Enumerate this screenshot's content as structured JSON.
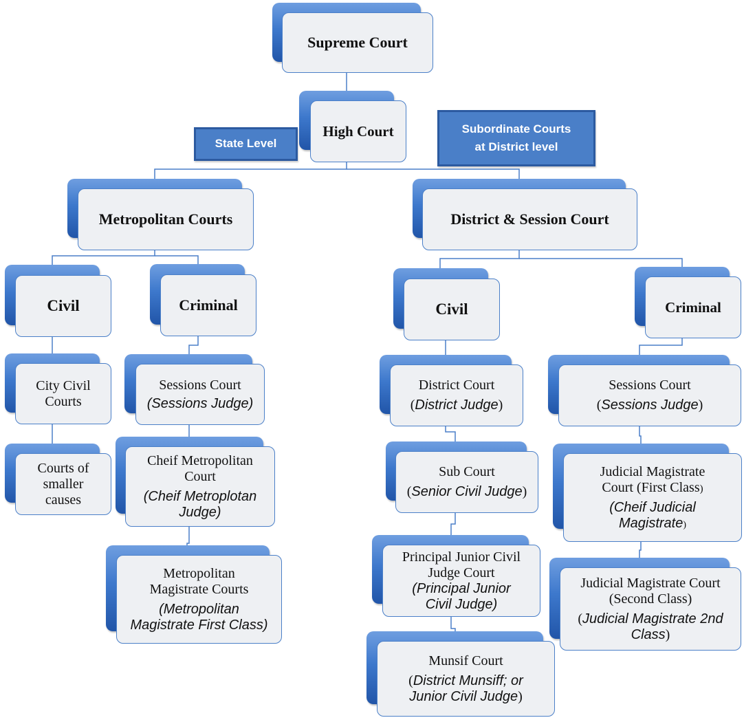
{
  "tags": {
    "state": "State Level",
    "subordinate_1": "Subordinate Courts",
    "subordinate_2": "at District level"
  },
  "courts": {
    "supreme": "Supreme Court",
    "high": "High Court",
    "metropolitan": "Metropolitan Courts",
    "district_session": "District & Session Court",
    "metro_civil": "Civil",
    "metro_criminal": "Criminal",
    "district_civil": "Civil",
    "district_criminal": "Criminal",
    "city_civil_1": "City Civil",
    "city_civil_2": "Courts",
    "smaller_1": "Courts of",
    "smaller_2": "smaller",
    "smaller_3": "causes",
    "metro_sessions": "Sessions Court",
    "metro_sessions_judge": "(Sessions Judge)",
    "cmm_1": "Cheif Metropolitan",
    "cmm_2": "Court",
    "cmm_judge_1": "(Cheif Metroplotan",
    "cmm_judge_2": "Judge)",
    "mm_1": "Metropolitan",
    "mm_2": "Magistrate Courts",
    "mm_judge_1": "(Metropolitan",
    "mm_judge_2": "Magistrate First Class)",
    "district_court": "District Court",
    "district_judge": "District Judge",
    "sub_court": "Sub Court",
    "sub_judge": "Senior Civil Judge",
    "pjcj_1": "Principal Junior Civil",
    "pjcj_2": "Judge Court",
    "pjcj_judge_1": "(Principal Junior",
    "pjcj_judge_2": "Civil Judge)",
    "munsif": "Munsif Court",
    "munsif_judge_1": "District Munsiff; or",
    "munsif_judge_2": "Junior Civil Judge",
    "dist_sessions": "Sessions Court",
    "dist_sessions_judge": "Sessions Judge",
    "jm1_1": "Judicial Magistrate",
    "jm1_2": "Court (First Class",
    "jm1_judge_1": "(Cheif Judicial",
    "jm1_judge_2": "Magistrate",
    "jm2_1": "Judicial Magistrate Court",
    "jm2_2": "(Second Class)",
    "jm2_judge_1": "Judicial Magistrate 2nd",
    "jm2_judge_2": "Class"
  },
  "colors": {
    "box_fill": "#eef0f3",
    "box_border": "#4a7fc8",
    "tag_fill": "#4a7fc8",
    "connector": "#4a7fc8"
  }
}
